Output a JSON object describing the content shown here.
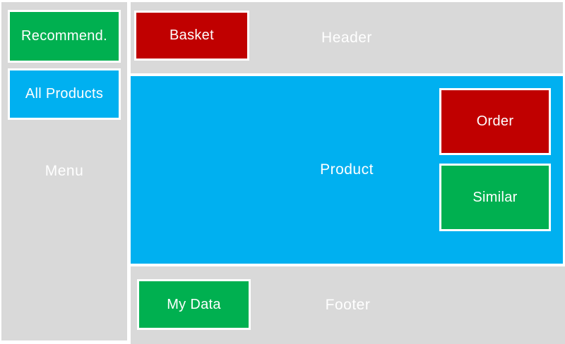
{
  "colors": {
    "canvas_white": "#ffffff",
    "panel_gray": "#d9d9d9",
    "product_blue": "#00b0f0",
    "button_green": "#00b050",
    "button_blue": "#00b0f0",
    "button_red": "#c00000",
    "label_white": "#ffffff"
  },
  "regions": {
    "menu": {
      "label": "Menu",
      "buttons": [
        {
          "label": "Recommend."
        },
        {
          "label": "All Products"
        }
      ]
    },
    "header": {
      "label": "Header",
      "buttons": [
        {
          "label": "Basket"
        }
      ]
    },
    "product": {
      "label": "Product",
      "buttons": [
        {
          "label": "Order"
        },
        {
          "label": "Similar"
        }
      ]
    },
    "footer": {
      "label": "Footer",
      "buttons": [
        {
          "label": "My Data"
        }
      ]
    }
  }
}
